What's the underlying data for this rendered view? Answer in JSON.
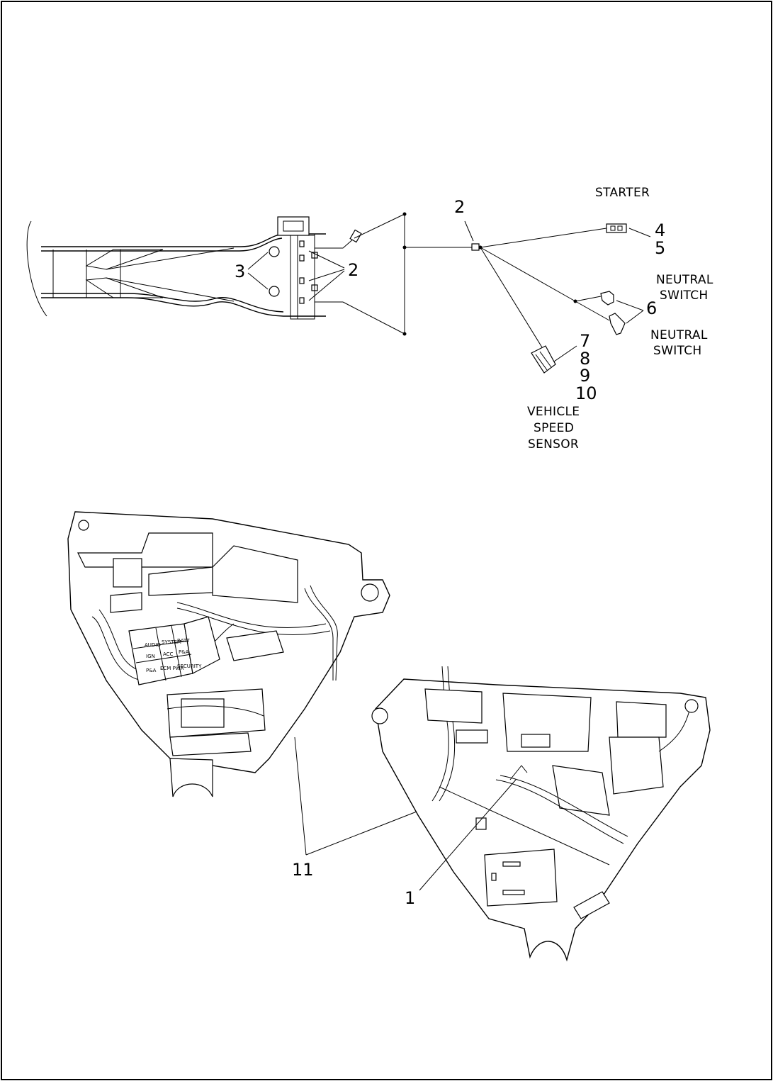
{
  "callouts": {
    "c1": "1",
    "c2_frame": "2",
    "c2_top": "2",
    "c3": "3",
    "c4": "4",
    "c5": "5",
    "c6": "6",
    "c7": "7",
    "c8": "8",
    "c9": "9",
    "c10": "10",
    "c11": "11"
  },
  "labels": {
    "starter": "STARTER",
    "neutral_switch_1_line1": "NEUTRAL",
    "neutral_switch_1_line2": "SWITCH",
    "neutral_switch_2_line1": "NEUTRAL",
    "neutral_switch_2_line2": "SWITCH",
    "vss_line1": "VEHICLE",
    "vss_line2": "SPEED",
    "vss_line3": "SENSOR"
  },
  "fuse_block": {
    "cells": [
      "AUDIO",
      "SYSTEM",
      "BATT",
      "IGN",
      "ACC",
      "P&A",
      "P&A",
      "ECM PWR",
      "SECURITY"
    ]
  }
}
